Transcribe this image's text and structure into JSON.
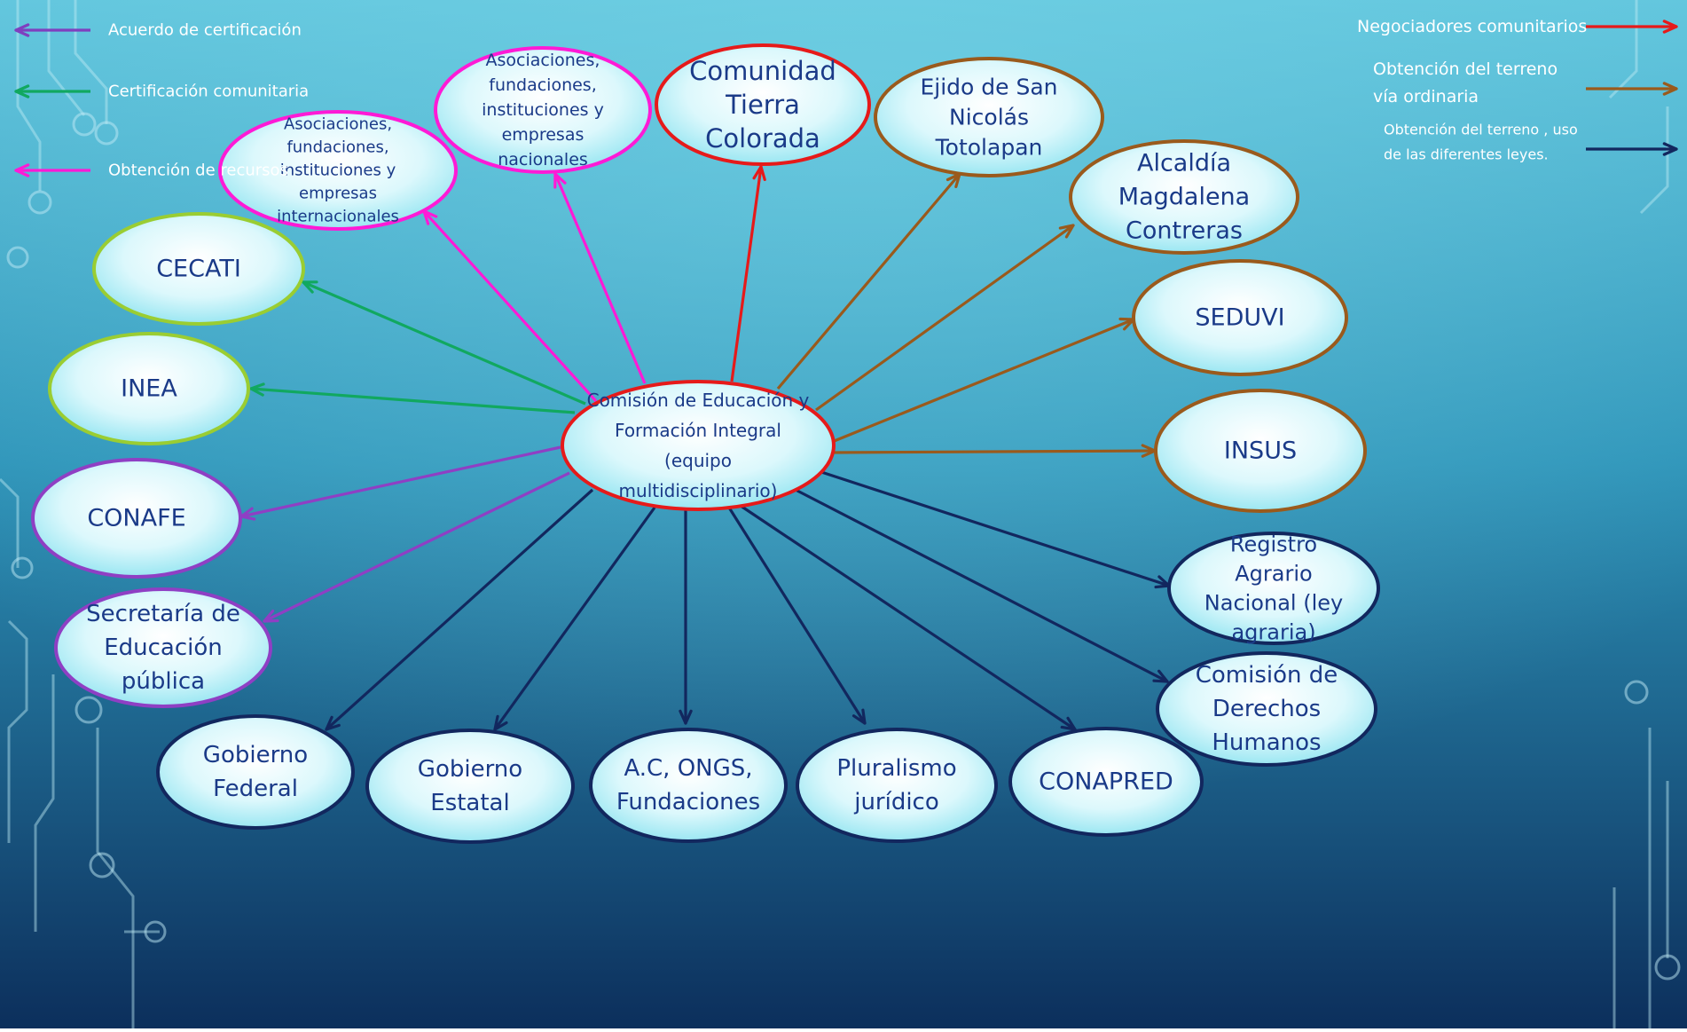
{
  "legend": {
    "left": [
      {
        "label": "Acuerdo de certificación",
        "color": "#7f3fbf"
      },
      {
        "label": "Certificación comunitaria",
        "color": "#11a860"
      },
      {
        "label": "Obtención de recursos",
        "color": "#ff1ad6"
      }
    ],
    "right": [
      {
        "label": "Negociadores comunitarios",
        "color": "#e61a1a"
      },
      {
        "label": "Obtención del terreno vía ordinaria",
        "lines": [
          "Obtención del terreno",
          "vía ordinaria"
        ],
        "color": "#9a5a1c"
      },
      {
        "label": "Obtención del terreno , uso de las diferentes leyes.",
        "lines": [
          "Obtención del terreno , uso",
          "de las diferentes leyes."
        ],
        "color": "#12275e"
      }
    ]
  },
  "center": {
    "label": "Comisión de Educación y Formación Integral (equipo multidisciplinario)",
    "lines": [
      "Comisión de Educación y",
      "Formación Integral",
      "(equipo",
      "multidisciplinario)"
    ],
    "border": "#e61a1a"
  },
  "nodes": [
    {
      "id": "asociaciones-internacionales",
      "lines": [
        "Asociaciones,",
        "fundaciones,",
        "instituciones y",
        "empresas",
        "internacionales"
      ],
      "border": "#ff1ad6",
      "arrow": "#ff1ad6"
    },
    {
      "id": "asociaciones-nacionales",
      "lines": [
        "Asociaciones,",
        "fundaciones,",
        "instituciones y",
        "empresas",
        "nacionales"
      ],
      "border": "#ff1ad6",
      "arrow": "#ff1ad6"
    },
    {
      "id": "comunidad-tierra-colorada",
      "lines": [
        "Comunidad",
        "Tierra",
        "Colorada"
      ],
      "border": "#e61a1a",
      "arrow": "#e61a1a"
    },
    {
      "id": "ejido-san-nicolas",
      "lines": [
        "Ejido de San",
        "Nicolás",
        "Totolapan"
      ],
      "border": "#9a5a1c",
      "arrow": "#9a5a1c"
    },
    {
      "id": "alcaldia-magdalena",
      "lines": [
        "Alcaldía",
        "Magdalena",
        "Contreras"
      ],
      "border": "#9a5a1c",
      "arrow": "#9a5a1c"
    },
    {
      "id": "seduvi",
      "lines": [
        "SEDUVI"
      ],
      "border": "#9a5a1c",
      "arrow": "#9a5a1c"
    },
    {
      "id": "insus",
      "lines": [
        "INSUS"
      ],
      "border": "#9a5a1c",
      "arrow": "#9a5a1c"
    },
    {
      "id": "registro-agrario",
      "lines": [
        "Registro",
        "Agrario",
        "Nacional (ley",
        "agraria)"
      ],
      "border": "#12275e",
      "arrow": "#12275e"
    },
    {
      "id": "comision-derechos-humanos",
      "lines": [
        "Comisión de",
        "Derechos",
        "Humanos"
      ],
      "border": "#12275e",
      "arrow": "#12275e"
    },
    {
      "id": "conapred",
      "lines": [
        "CONAPRED"
      ],
      "border": "#12275e",
      "arrow": "#12275e"
    },
    {
      "id": "pluralismo-juridico",
      "lines": [
        "Pluralismo",
        "jurídico"
      ],
      "border": "#12275e",
      "arrow": "#12275e"
    },
    {
      "id": "ac-ongs",
      "lines": [
        "A.C, ONGS,",
        "Fundaciones"
      ],
      "border": "#12275e",
      "arrow": "#12275e"
    },
    {
      "id": "gobierno-estatal",
      "lines": [
        "Gobierno",
        "Estatal"
      ],
      "border": "#12275e",
      "arrow": "#12275e"
    },
    {
      "id": "gobierno-federal",
      "lines": [
        "Gobierno",
        "Federal"
      ],
      "border": "#12275e",
      "arrow": "#12275e"
    },
    {
      "id": "secretaria-educacion",
      "lines": [
        "Secretaría de",
        "Educación",
        "pública"
      ],
      "border": "#8f3fc4",
      "arrow": "#8f3fc4"
    },
    {
      "id": "conafe",
      "lines": [
        "CONAFE"
      ],
      "border": "#8f3fc4",
      "arrow": "#8f3fc4"
    },
    {
      "id": "inea",
      "lines": [
        "INEA"
      ],
      "border": "#9acd32",
      "arrow": "#11a860"
    },
    {
      "id": "cecati",
      "lines": [
        "CECATI"
      ],
      "border": "#9acd32",
      "arrow": "#11a860"
    }
  ]
}
